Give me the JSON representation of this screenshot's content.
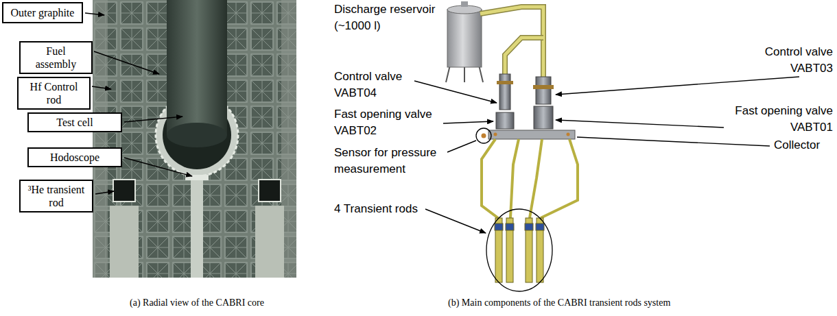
{
  "diagram": {
    "nodes": [
      {
        "text": [
          "Outer graphite"
        ]
      },
      {
        "text": [
          "Fuel assembly"
        ]
      },
      {
        "text": [
          "Hf Control rod"
        ]
      },
      {
        "text": [
          "Test cell"
        ]
      },
      {
        "text": [
          "Hodoscope"
        ]
      },
      {
        "text": [
          "³He transient rod"
        ]
      }
    ],
    "labels": [
      "Discharge reservoir (~1000 l)",
      "Control valve VABT04",
      "Fast opening valve VABT02",
      "Sensor for pressure measurement",
      "4 Transient rods",
      "Control valve VABT03",
      "Fast opening valve VABT01",
      "Collector",
      "(a) Radial view of the CABRI core",
      "(b) Main components of the CABRI transient rods system"
    ]
  }
}
